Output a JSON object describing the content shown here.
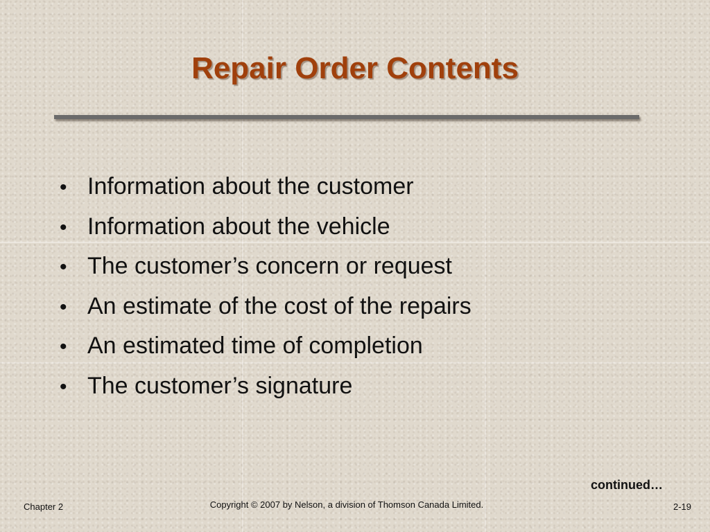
{
  "slide": {
    "title": "Repair Order Contents",
    "bullet_symbol": "•",
    "bullets": [
      "Information about the customer",
      "Information about the vehicle",
      "The customer’s concern or request",
      "An estimate of the cost of the repairs",
      "An estimated time of completion",
      "The customer’s signature"
    ],
    "continued": "continued…"
  },
  "footer": {
    "chapter": "Chapter 2",
    "copyright": "Copyright © 2007 by Nelson, a division of Thomson Canada Limited.",
    "page_number": "2-19"
  },
  "colors": {
    "title": "#a0400c",
    "rule": "#6b6b6b",
    "background": "#e0d9cd"
  }
}
